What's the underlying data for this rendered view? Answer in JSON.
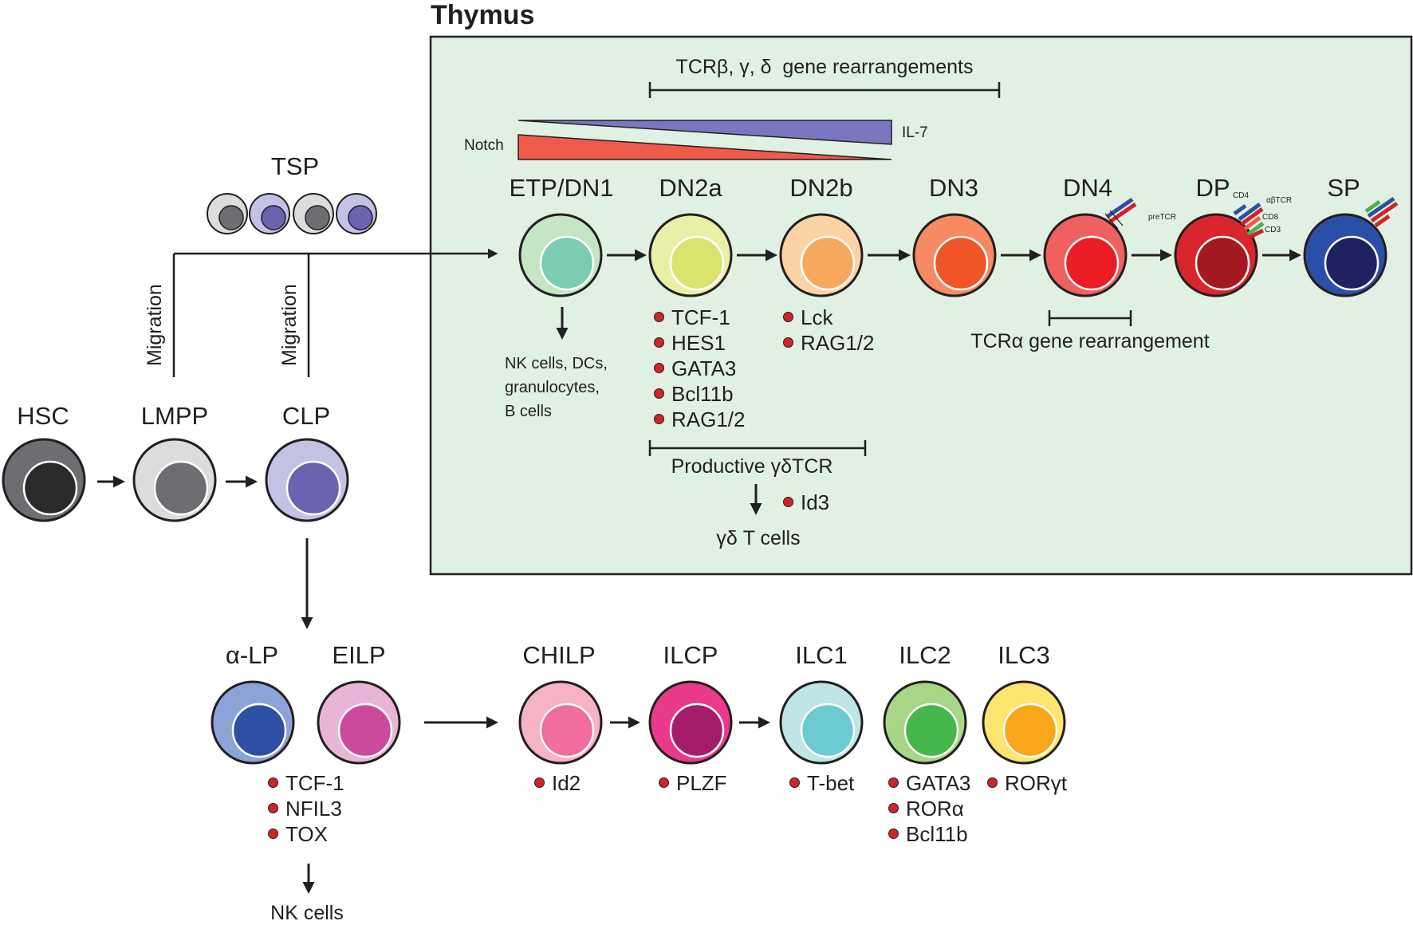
{
  "thymus": {
    "title": "Thymus"
  },
  "rearrangements": {
    "tcr_bgd": "TCRβ, γ, δ  gene rearrangements",
    "tcr_a": "TCRα gene rearrangement",
    "productive": "Productive γδTCR"
  },
  "gradients": {
    "notch": "Notch",
    "il7": "IL-7"
  },
  "progenitors": {
    "tsp": "TSP",
    "hsc": "HSC",
    "lmpp": "LMPP",
    "clp": "CLP",
    "migration": "Migration"
  },
  "thymic_stages": [
    {
      "name": "ETP/DN1",
      "outer": "#c5e6c4",
      "inner": "#7ccbb3"
    },
    {
      "name": "DN2a",
      "outer": "#e8f0a8",
      "inner": "#d9e36e"
    },
    {
      "name": "DN2b",
      "outer": "#fcd3a6",
      "inner": "#f7a85f"
    },
    {
      "name": "DN3",
      "outer": "#f58a63",
      "inner": "#ef5526"
    },
    {
      "name": "DN4",
      "outer": "#ef6060",
      "inner": "#ec1c24"
    },
    {
      "name": "DP",
      "outer": "#d8262c",
      "inner": "#a3191f"
    },
    {
      "name": "SP",
      "outer": "#2a4fa8",
      "inner": "#1f2260"
    }
  ],
  "receptor_labels": {
    "pretcr": "preTCR",
    "cd4": "CD4",
    "abtcr": "αβTCR",
    "cd8": "CD8",
    "cd3": "CD3"
  },
  "etp_outputs": [
    "NK cells, DCs,",
    "granulocytes,",
    "B cells"
  ],
  "dn2a_factors": [
    "TCF-1",
    "HES1",
    "GATA3",
    "Bcl11b",
    "RAG1/2"
  ],
  "dn2b_factors": [
    "Lck",
    "RAG1/2"
  ],
  "gd_factor": "Id3",
  "gd_output": "γδ T cells",
  "ilc_stages": [
    {
      "name": "α-LP",
      "outer": "#8da3d8",
      "inner": "#2e4fa3"
    },
    {
      "name": "EILP",
      "outer": "#e8b5d6",
      "inner": "#cc4a9b"
    },
    {
      "name": "CHILP",
      "outer": "#f6b3c6",
      "inner": "#f06d9d"
    },
    {
      "name": "ILCP",
      "outer": "#e9398a",
      "inner": "#a51d68"
    },
    {
      "name": "ILC1",
      "outer": "#bfe5e6",
      "inner": "#6ccbd2"
    },
    {
      "name": "ILC2",
      "outer": "#a6d686",
      "inner": "#45b649"
    },
    {
      "name": "ILC3",
      "outer": "#fde56e",
      "inner": "#faa61a"
    }
  ],
  "eilp_factors": [
    "TCF-1",
    "NFIL3",
    "TOX"
  ],
  "eilp_output": "NK cells",
  "chilp_factors": [
    "Id2"
  ],
  "ilcp_factors": [
    "PLZF"
  ],
  "ilc1_factors": [
    "T-bet"
  ],
  "ilc2_factors": [
    "GATA3",
    "RORα",
    "Bcl11b"
  ],
  "ilc3_factors": [
    "RORγt"
  ],
  "colors": {
    "thymus_bg": "#e0f0e2",
    "notch": "#f05a4a",
    "il7": "#7b76c0",
    "tf_dot": "#d2232a",
    "hsc_outer": "#6d6e71",
    "hsc_inner": "#2b2b2b",
    "lmpp_outer": "#dcdcdc",
    "lmpp_inner": "#6d6e71",
    "clp_outer": "#c3c2e4",
    "clp_inner": "#6a63b0"
  }
}
